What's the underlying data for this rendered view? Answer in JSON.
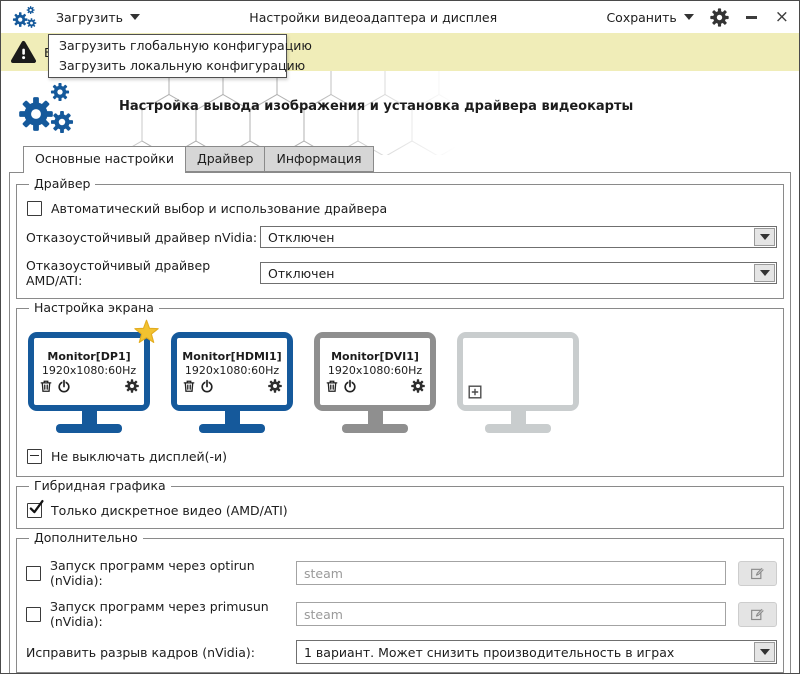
{
  "colors": {
    "accent": "#15599B",
    "warning-bg": "#F0EDB8",
    "inactive": "#8F8F8F",
    "empty": "#C9CDCE",
    "star-gold": "#F2C230",
    "tab-inactive": "#D6D6D6"
  },
  "topbar": {
    "load_label": "Загрузить",
    "title": "Настройки видеоадаптера и дисплея",
    "save_label": "Сохранить"
  },
  "load_menu": {
    "items": [
      {
        "label": "Загрузить глобальную конфигурацию"
      },
      {
        "label": "Загрузить локальную конфигурацию"
      }
    ]
  },
  "warning": {
    "visible_text": "В"
  },
  "header": {
    "title": "Настройка вывода изображения и установка драйвера видеокарты"
  },
  "tabs": [
    {
      "label": "Основные настройки",
      "active": true
    },
    {
      "label": "Драйвер",
      "active": false
    },
    {
      "label": "Информация",
      "active": false
    }
  ],
  "driver_group": {
    "title": "Драйвер",
    "auto_label": "Автоматический выбор и использование драйвера",
    "auto_checked": false,
    "nvidia_label": "Отказоустойчивый драйвер nVidia:",
    "nvidia_value": "Отключен",
    "amd_label": "Отказоустойчивый драйвер AMD/ATI:",
    "amd_value": "Отключен"
  },
  "screen_group": {
    "title": "Настройка экрана",
    "monitors": [
      {
        "name": "Monitor[DP1]",
        "resolution": "1920x1080:60Hz",
        "state": "primary",
        "starred": true
      },
      {
        "name": "Monitor[HDMI1]",
        "resolution": "1920x1080:60Hz",
        "state": "active",
        "starred": false
      },
      {
        "name": "Monitor[DVI1]",
        "resolution": "1920x1080:60Hz",
        "state": "disabled",
        "starred": false
      },
      {
        "name": "",
        "resolution": "",
        "state": "empty",
        "starred": false
      }
    ],
    "keep_on_label": "Не выключать дисплей(-и)",
    "keep_on_state": "indeterminate"
  },
  "hybrid_group": {
    "title": "Гибридная графика",
    "discrete_label": "Только дискретное видео (AMD/ATI)",
    "discrete_checked": true
  },
  "extra_group": {
    "title": "Дополнительно",
    "optirun_label": "Запуск программ через optirun (nVidia):",
    "optirun_checked": false,
    "optirun_placeholder": "steam",
    "optirun_value": "",
    "primusun_label": "Запуск программ через primusun (nVidia):",
    "primusun_checked": false,
    "primusun_placeholder": "steam",
    "primusun_value": "",
    "tearing_label": "Исправить разрыв кадров (nVidia):",
    "tearing_value": "1 вариант. Может снизить производительность в играх"
  }
}
